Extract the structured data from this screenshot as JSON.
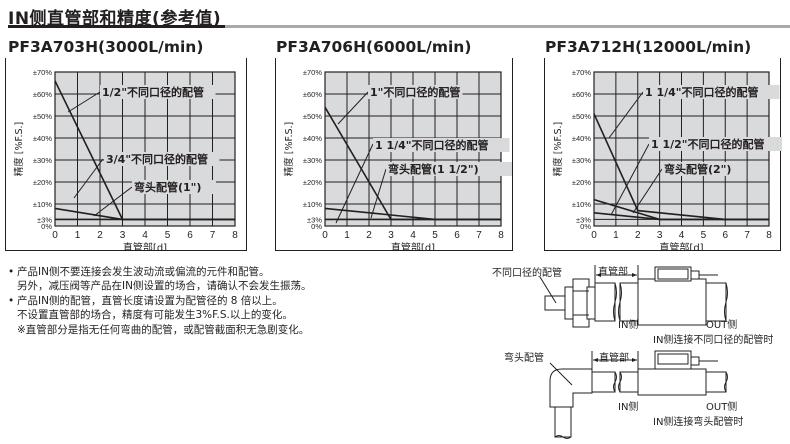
{
  "page": {
    "section_title": "IN侧直管部和精度(参考值)"
  },
  "charts": [
    {
      "title": "PF3A703H(3000L/min)",
      "labels": [
        "1/2\"不同口径的配管",
        "3/4\"不同口径的配管",
        "弯头配管(1\")"
      ]
    },
    {
      "title": "PF3A706H(6000L/min)",
      "labels": [
        "1\"不同口径的配管",
        "1 1/4\"不同口径的配管",
        "弯头配管(1 1/2\")"
      ]
    },
    {
      "title": "PF3A712H(12000L/min)",
      "labels": [
        "1 1/4\"不同口径的配管",
        "1 1/2\"不同口径的配管",
        "弯头配管(2\")"
      ]
    }
  ],
  "axes": {
    "ylabel": "精度 [%F.S.]",
    "xlabel": "直管部[d]",
    "yticks": [
      "±70%",
      "±60%",
      "±50%",
      "±40%",
      "±30%",
      "±20%",
      "±10%",
      "±3%",
      "0%"
    ],
    "xticks": [
      "0",
      "1",
      "2",
      "3",
      "4",
      "5",
      "6",
      "7",
      "8"
    ]
  },
  "notes": [
    {
      "type": "bullet",
      "text": "产品IN侧不要连接会发生波动流或偏流的元件和配管。"
    },
    {
      "type": "cont",
      "text": "另外，减压阀等产品在IN侧设置的场合，请确认不会发生振荡。"
    },
    {
      "type": "bullet",
      "text": "产品IN侧的配管，直管长度请设置为配管径的 8 倍以上。"
    },
    {
      "type": "cont",
      "text": "不设置直管部的场合，精度有可能发生3%F.S.以上的变化。"
    },
    {
      "type": "cont",
      "text": "※直管部分是指无任何弯曲的配管，或配管截面积无急剧变化。"
    }
  ],
  "diagrams": [
    {
      "pipe_label": "不同口径的配管",
      "straight_label": "直管部",
      "in_label": "IN侧",
      "out_label": "OUT侧",
      "caption": "IN侧连接不同口径的配管时"
    },
    {
      "pipe_label": "弯头配管",
      "straight_label": "直管部",
      "in_label": "IN侧",
      "out_label": "OUT侧",
      "caption": "IN侧连接弯头配管时"
    }
  ],
  "chart_data": [
    {
      "type": "line",
      "title": "PF3A703H(3000L/min)",
      "xlabel": "直管部[d]",
      "ylabel": "精度 [%F.S.]",
      "xlim": [
        0,
        8
      ],
      "ylim": [
        0,
        70
      ],
      "yticks": [
        0,
        3,
        10,
        20,
        30,
        40,
        50,
        60,
        70
      ],
      "grid": true,
      "series": [
        {
          "name": "1/2\"不同口径的配管",
          "x": [
            0,
            3,
            8
          ],
          "y": [
            66,
            3,
            3
          ]
        },
        {
          "name": "3/4\"不同口径的配管",
          "x": [
            0,
            3,
            8
          ],
          "y": [
            8,
            3,
            3
          ]
        },
        {
          "name": "弯头配管(1\")",
          "x": [
            0,
            8
          ],
          "y": [
            3,
            3
          ]
        }
      ]
    },
    {
      "type": "line",
      "title": "PF3A706H(6000L/min)",
      "xlabel": "直管部[d]",
      "ylabel": "精度 [%F.S.]",
      "xlim": [
        0,
        8
      ],
      "ylim": [
        0,
        70
      ],
      "yticks": [
        0,
        3,
        10,
        20,
        30,
        40,
        50,
        60,
        70
      ],
      "grid": true,
      "series": [
        {
          "name": "1\"不同口径的配管",
          "x": [
            0,
            3,
            8
          ],
          "y": [
            54,
            3,
            3
          ]
        },
        {
          "name": "1 1/4\"不同口径的配管",
          "x": [
            0,
            5,
            8
          ],
          "y": [
            8,
            3,
            3
          ]
        },
        {
          "name": "弯头配管(1 1/2\")",
          "x": [
            0,
            8
          ],
          "y": [
            3,
            3
          ]
        }
      ]
    },
    {
      "type": "line",
      "title": "PF3A712H(12000L/min)",
      "xlabel": "直管部[d]",
      "ylabel": "精度 [%F.S.]",
      "xlim": [
        0,
        8
      ],
      "ylim": [
        0,
        70
      ],
      "yticks": [
        0,
        3,
        10,
        20,
        30,
        40,
        50,
        60,
        70
      ],
      "grid": true,
      "series": [
        {
          "name": "1 1/4\"不同口径的配管",
          "x": [
            0,
            2,
            6,
            8
          ],
          "y": [
            51,
            7,
            3,
            3
          ]
        },
        {
          "name": "1 1/2\"不同口径的配管",
          "x": [
            0,
            3,
            8
          ],
          "y": [
            12,
            3,
            3
          ]
        },
        {
          "name": "弯头配管(2\")",
          "x": [
            0,
            3,
            8
          ],
          "y": [
            6,
            3,
            3
          ]
        }
      ]
    }
  ]
}
